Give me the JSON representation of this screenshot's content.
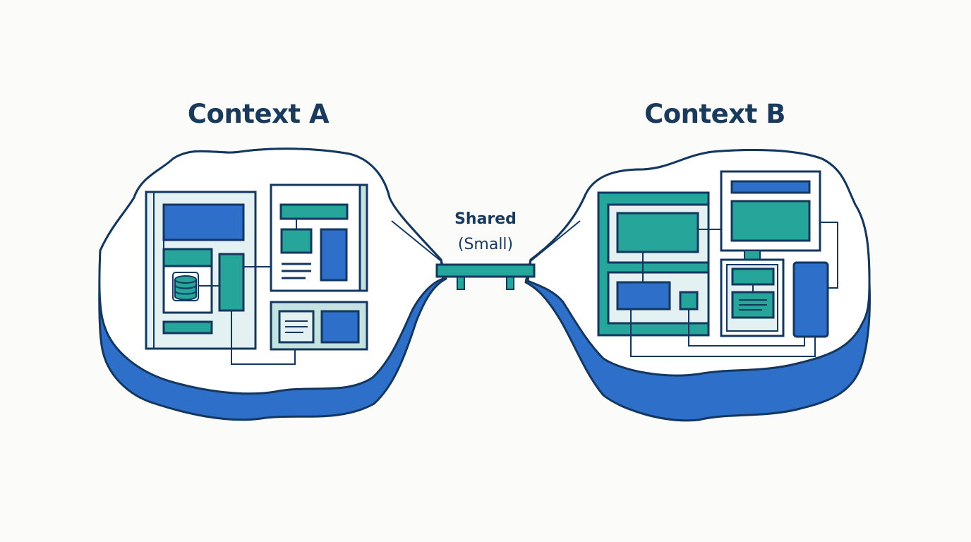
{
  "contexts": [
    {
      "title": "Context A"
    },
    {
      "title": "Context B"
    }
  ],
  "shared": {
    "label": "Shared",
    "note": "(Small)"
  },
  "colors": {
    "outline": "#13375e",
    "blue": "#2e6fc9",
    "teal": "#26a69a",
    "light_panel": "#e4f1f2",
    "mint_panel": "#c4e3e0",
    "white": "#ffffff",
    "background": "#fbfbfa"
  }
}
